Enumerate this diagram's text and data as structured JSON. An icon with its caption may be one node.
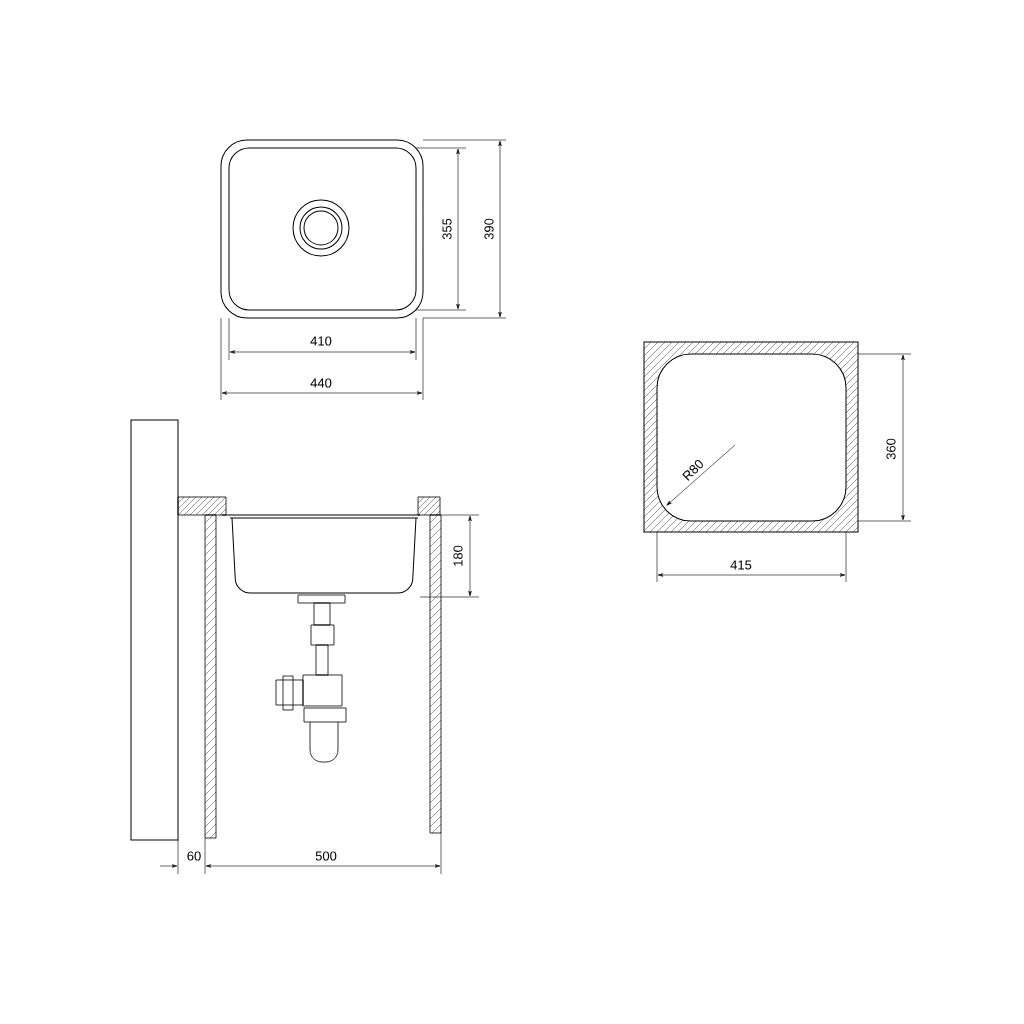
{
  "diagram": {
    "labels": [
      "355",
      "390",
      "410",
      "440",
      "R80",
      "360",
      "415",
      "180",
      "60",
      "500"
    ]
  }
}
